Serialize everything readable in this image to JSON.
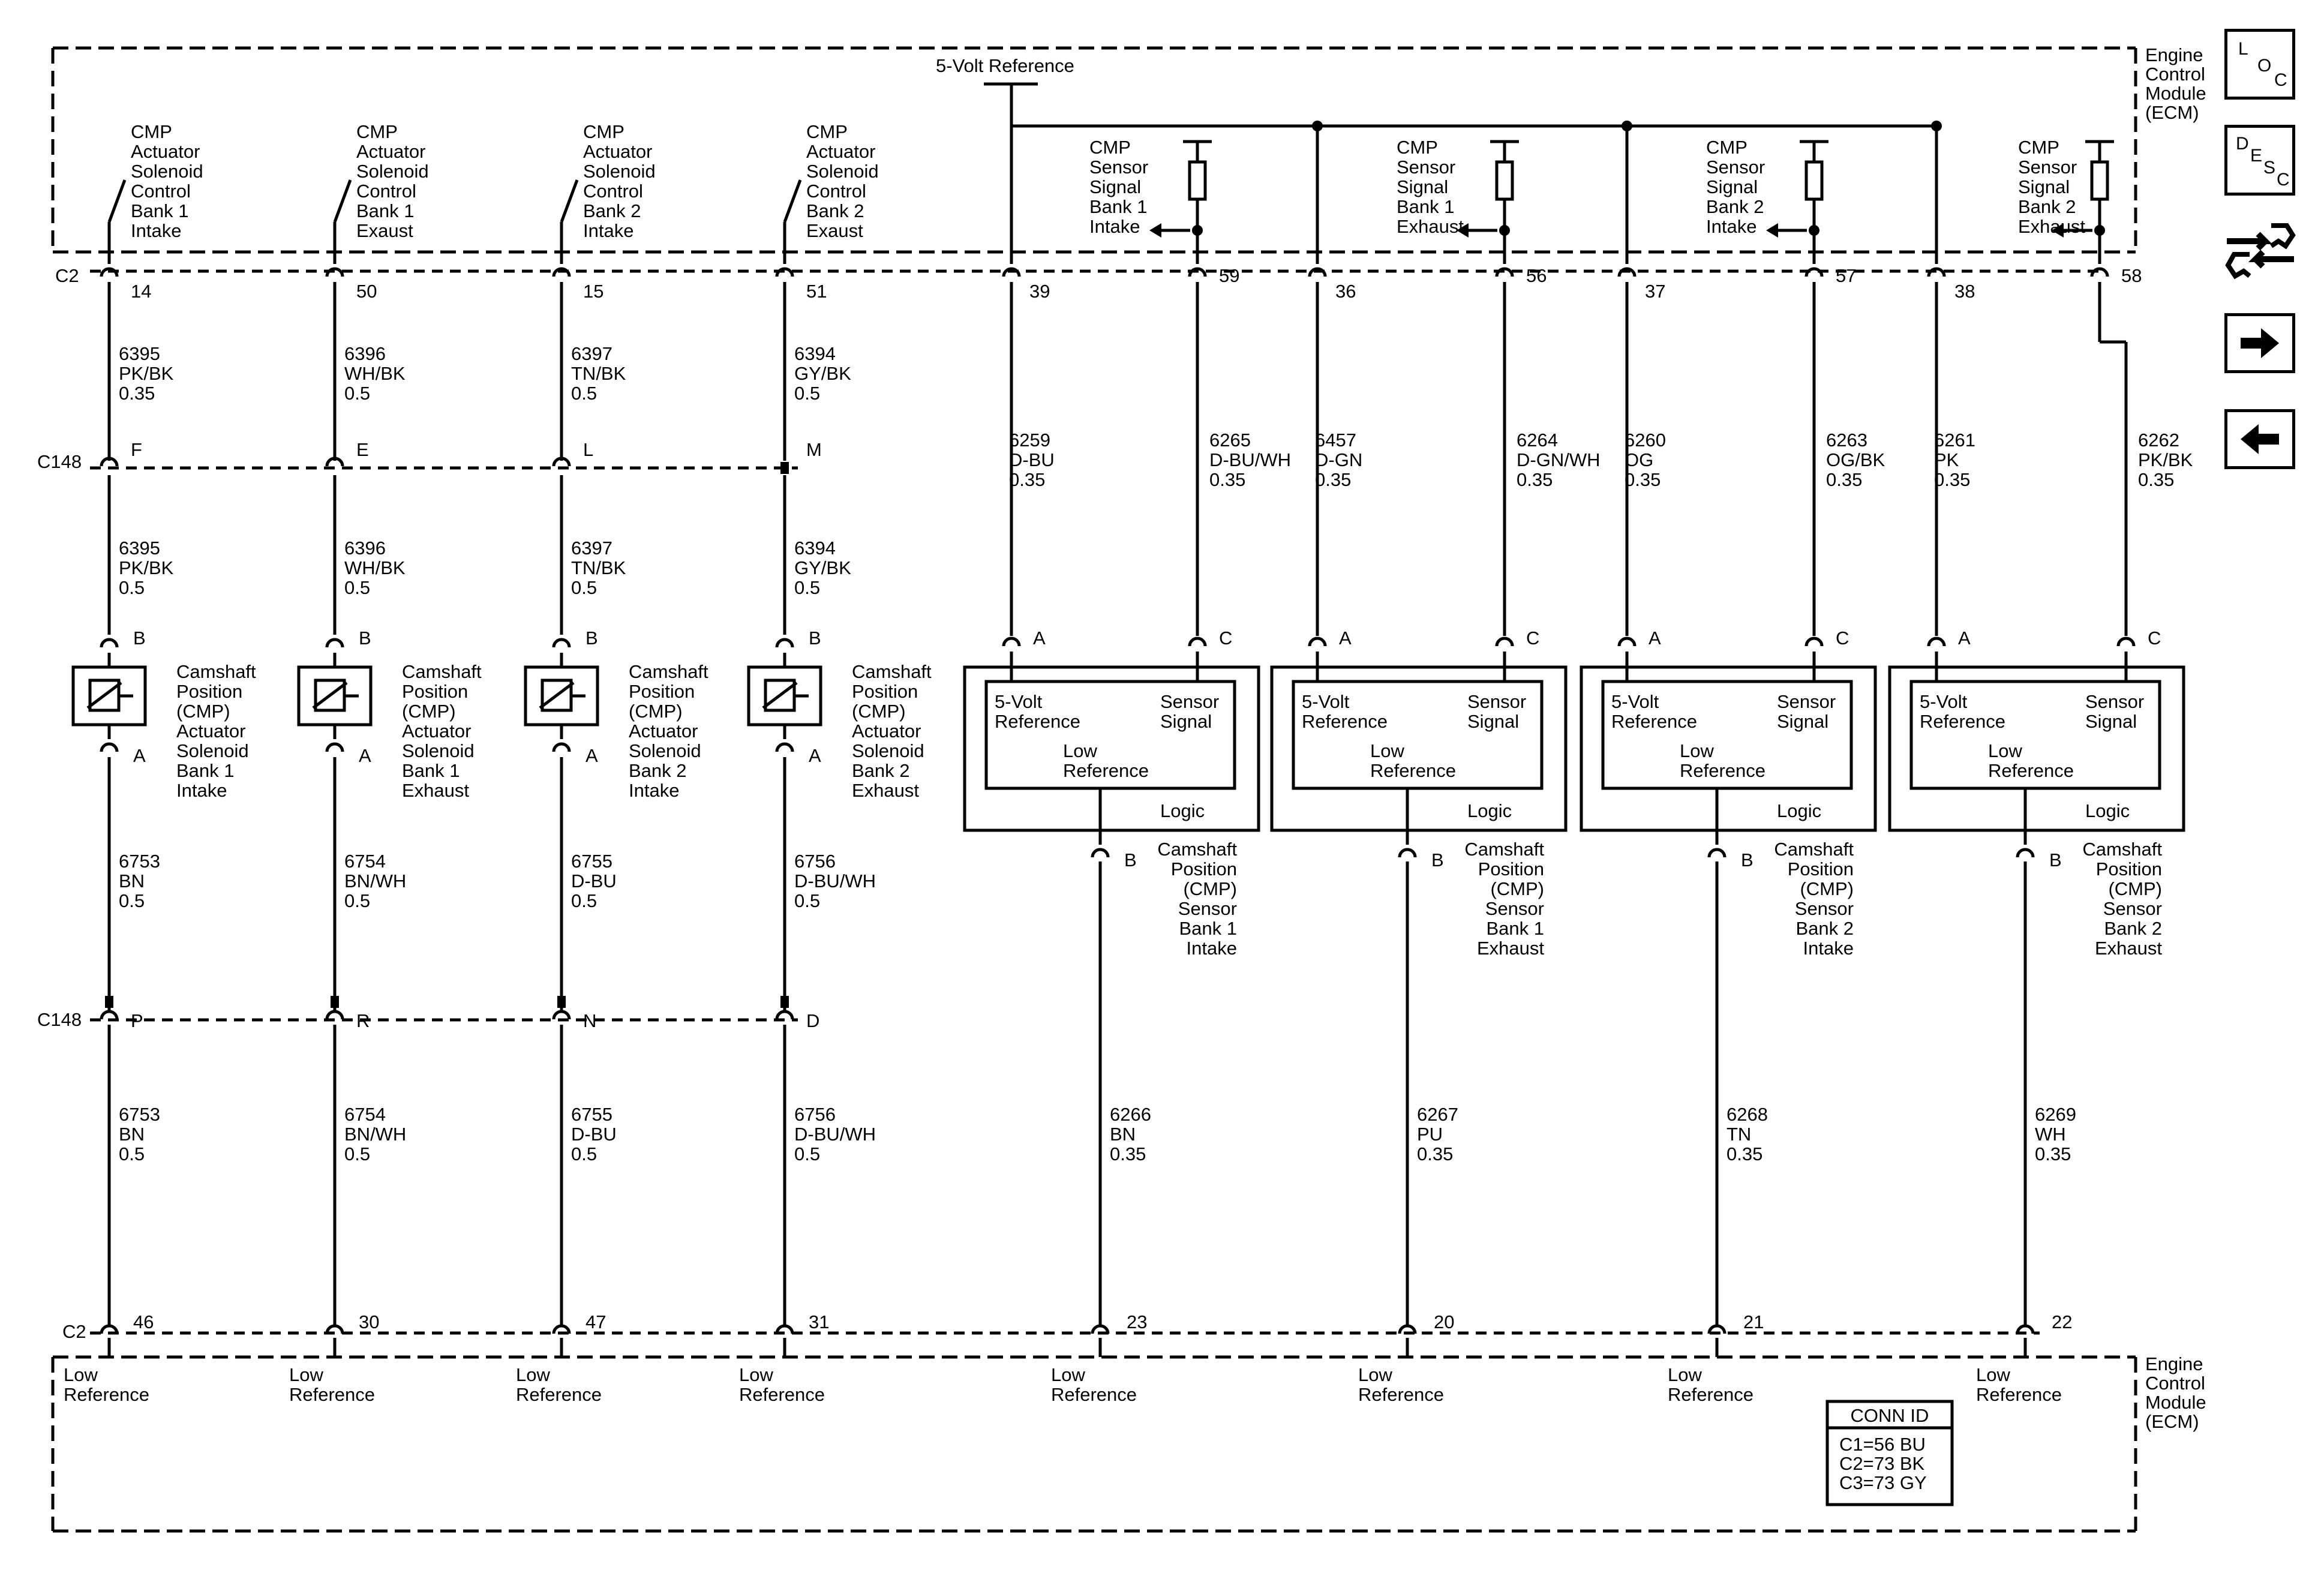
{
  "ecm": {
    "label_lines": [
      "Engine",
      "Control",
      "Module",
      "(ECM)"
    ]
  },
  "five_volt_reference": "5-Volt Reference",
  "connectors": {
    "c2": "C2",
    "c148": "C148",
    "solenoid_top": "B",
    "solenoid_bottom": "A",
    "sensor_a": "A",
    "sensor_b": "B",
    "sensor_c": "C"
  },
  "actuators": [
    {
      "ecm_label_lines": [
        "CMP",
        "Actuator",
        "Solenoid",
        "Control",
        "Bank 1",
        "Intake"
      ],
      "c2_pin": "14",
      "c148_top_pin": "F",
      "wire_top_ecm": [
        "6395",
        "PK/BK",
        "0.35"
      ],
      "wire_top_device": [
        "6395",
        "PK/BK",
        "0.5"
      ],
      "device_lines": [
        "Camshaft",
        "Position",
        "(CMP)",
        "Actuator",
        "Solenoid",
        "Bank 1",
        "Intake"
      ],
      "wire_bot_device": [
        "6753",
        "BN",
        "0.5"
      ],
      "c148_bot_pin": "P",
      "wire_bot_ecm": [
        "6753",
        "BN",
        "0.5"
      ],
      "c2_bot_pin": "46"
    },
    {
      "ecm_label_lines": [
        "CMP",
        "Actuator",
        "Solenoid",
        "Control",
        "Bank 1",
        "Exaust"
      ],
      "c2_pin": "50",
      "c148_top_pin": "E",
      "wire_top_ecm": [
        "6396",
        "WH/BK",
        "0.5"
      ],
      "wire_top_device": [
        "6396",
        "WH/BK",
        "0.5"
      ],
      "device_lines": [
        "Camshaft",
        "Position",
        "(CMP)",
        "Actuator",
        "Solenoid",
        "Bank 1",
        "Exhaust"
      ],
      "wire_bot_device": [
        "6754",
        "BN/WH",
        "0.5"
      ],
      "c148_bot_pin": "R",
      "wire_bot_ecm": [
        "6754",
        "BN/WH",
        "0.5"
      ],
      "c2_bot_pin": "30"
    },
    {
      "ecm_label_lines": [
        "CMP",
        "Actuator",
        "Solenoid",
        "Control",
        "Bank 2",
        "Intake"
      ],
      "c2_pin": "15",
      "c148_top_pin": "L",
      "wire_top_ecm": [
        "6397",
        "TN/BK",
        "0.5"
      ],
      "wire_top_device": [
        "6397",
        "TN/BK",
        "0.5"
      ],
      "device_lines": [
        "Camshaft",
        "Position",
        "(CMP)",
        "Actuator",
        "Solenoid",
        "Bank 2",
        "Intake"
      ],
      "wire_bot_device": [
        "6755",
        "D-BU",
        "0.5"
      ],
      "c148_bot_pin": "N",
      "wire_bot_ecm": [
        "6755",
        "D-BU",
        "0.5"
      ],
      "c2_bot_pin": "47"
    },
    {
      "ecm_label_lines": [
        "CMP",
        "Actuator",
        "Solenoid",
        "Control",
        "Bank 2",
        "Exaust"
      ],
      "c2_pin": "51",
      "c148_top_pin": "M",
      "wire_top_ecm": [
        "6394",
        "GY/BK",
        "0.5"
      ],
      "wire_top_device": [
        "6394",
        "GY/BK",
        "0.5"
      ],
      "device_lines": [
        "Camshaft",
        "Position",
        "(CMP)",
        "Actuator",
        "Solenoid",
        "Bank 2",
        "Exhaust"
      ],
      "wire_bot_device": [
        "6756",
        "D-BU/WH",
        "0.5"
      ],
      "c148_bot_pin": "D",
      "wire_bot_ecm": [
        "6756",
        "D-BU/WH",
        "0.5"
      ],
      "c2_bot_pin": "31"
    }
  ],
  "sensors": [
    {
      "ecm_label_lines": [
        "CMP",
        "Sensor",
        "Signal",
        "Bank 1",
        "Intake"
      ],
      "ref_pin": "39",
      "sig_pin": "59",
      "ref_wire": [
        "6259",
        "D-BU",
        "0.35"
      ],
      "sig_wire": [
        "6265",
        "D-BU/WH",
        "0.35"
      ],
      "low_wire": [
        "6266",
        "BN",
        "0.35"
      ],
      "low_pin": "23",
      "device_lines": [
        "Camshaft",
        "Position",
        "(CMP)",
        "Sensor",
        "Bank 1",
        "Intake"
      ]
    },
    {
      "ecm_label_lines": [
        "CMP",
        "Sensor",
        "Signal",
        "Bank 1",
        "Exhaust"
      ],
      "ref_pin": "36",
      "sig_pin": "56",
      "ref_wire": [
        "6457",
        "D-GN",
        "0.35"
      ],
      "sig_wire": [
        "6264",
        "D-GN/WH",
        "0.35"
      ],
      "low_wire": [
        "6267",
        "PU",
        "0.35"
      ],
      "low_pin": "20",
      "device_lines": [
        "Camshaft",
        "Position",
        "(CMP)",
        "Sensor",
        "Bank 1",
        "Exhaust"
      ]
    },
    {
      "ecm_label_lines": [
        "CMP",
        "Sensor",
        "Signal",
        "Bank 2",
        "Intake"
      ],
      "ref_pin": "37",
      "sig_pin": "57",
      "ref_wire": [
        "6260",
        "OG",
        "0.35"
      ],
      "sig_wire": [
        "6263",
        "OG/BK",
        "0.35"
      ],
      "low_wire": [
        "6268",
        "TN",
        "0.35"
      ],
      "low_pin": "21",
      "device_lines": [
        "Camshaft",
        "Position",
        "(CMP)",
        "Sensor",
        "Bank 2",
        "Intake"
      ]
    },
    {
      "ecm_label_lines": [
        "CMP",
        "Sensor",
        "Signal",
        "Bank 2",
        "Exhaust"
      ],
      "ref_pin": "38",
      "sig_pin": "58",
      "ref_wire": [
        "6261",
        "PK",
        "0.35"
      ],
      "sig_wire": [
        "6262",
        "PK/BK",
        "0.35"
      ],
      "low_wire": [
        "6269",
        "WH",
        "0.35"
      ],
      "low_pin": "22",
      "device_lines": [
        "Camshaft",
        "Position",
        "(CMP)",
        "Sensor",
        "Bank 2",
        "Exhaust"
      ]
    }
  ],
  "sensor_box": {
    "five_volt_lines": [
      "5-Volt",
      "Reference"
    ],
    "signal_lines": [
      "Sensor",
      "Signal"
    ],
    "low_ref_lines": [
      "Low",
      "Reference"
    ],
    "logic": "Logic"
  },
  "low_reference_lines": [
    "Low",
    "Reference"
  ],
  "conn_id": {
    "title": "CONN ID",
    "rows": [
      "C1=56 BU",
      "C2=73 BK",
      "C3=73 GY"
    ]
  },
  "nav": {
    "loc": {
      "l": "L",
      "o": "O",
      "c": "C"
    },
    "desc": {
      "d": "D",
      "e": "E",
      "s": "S",
      "c": "C"
    },
    "connector_icon": "connector-end-view-icon",
    "next_icon": "arrow-right-icon",
    "prev_icon": "arrow-left-icon"
  }
}
